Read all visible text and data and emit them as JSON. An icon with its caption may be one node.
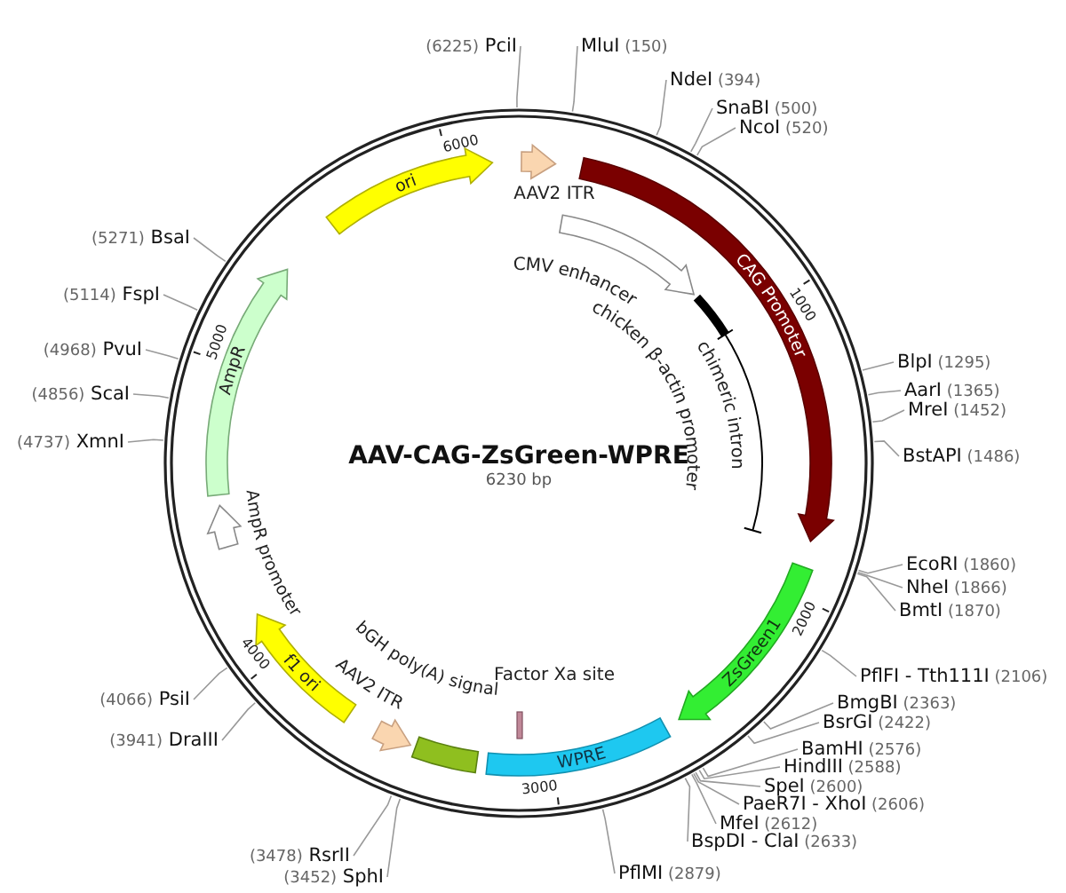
{
  "diagram": {
    "title": "AAV-CAG-ZsGreen-WPRE",
    "nodes": [
      {
        "text": [
          "AAV2 ITR"
        ]
      },
      {
        "text": [
          "CAG Promoter"
        ]
      },
      {
        "text": [
          "CMV enhancer"
        ]
      },
      {
        "text": [
          "chicken β-actin promoter"
        ]
      },
      {
        "text": [
          "chimeric intron"
        ]
      },
      {
        "text": [
          "ZsGreen1"
        ]
      },
      {
        "text": [
          "WPRE"
        ]
      },
      {
        "text": [
          "Factor Xa site"
        ]
      },
      {
        "text": [
          "bGH poly(A) signal"
        ]
      },
      {
        "text": [
          "AAV2 ITR"
        ]
      },
      {
        "text": [
          "f1 ori"
        ]
      },
      {
        "text": [
          "AmpR promoter"
        ]
      },
      {
        "text": [
          "AmpR"
        ]
      },
      {
        "text": [
          "ori"
        ]
      },
      {
        "text": [
          "(6225)",
          "PciI"
        ]
      },
      {
        "text": [
          "MluI",
          "(150)"
        ]
      },
      {
        "text": [
          "NdeI",
          "(394)"
        ]
      },
      {
        "text": [
          "SnaBI",
          "(500)"
        ]
      },
      {
        "text": [
          "NcoI",
          "(520)"
        ]
      },
      {
        "text": [
          "(5271)",
          "BsaI"
        ]
      },
      {
        "text": [
          "(5114)",
          "FspI"
        ]
      },
      {
        "text": [
          "(4968)",
          "PvuI"
        ]
      },
      {
        "text": [
          "(4856)",
          "ScaI"
        ]
      },
      {
        "text": [
          "BlpI",
          "(1295)"
        ]
      },
      {
        "text": [
          "AarI",
          "(1365)"
        ]
      },
      {
        "text": [
          "(4737)",
          "XmnI"
        ]
      },
      {
        "text": [
          "MreI",
          "(1452)"
        ]
      },
      {
        "text": [
          "BstAPI",
          "(1486)"
        ]
      },
      {
        "text": [
          "EcoRI",
          "(1860)"
        ]
      },
      {
        "text": [
          "NheI",
          "(1866)"
        ]
      },
      {
        "text": [
          "BmtI",
          "(1870)"
        ]
      },
      {
        "text": [
          "PflFI - Tth111I",
          "(2106)"
        ]
      },
      {
        "text": [
          "(4066)",
          "PsiI"
        ]
      },
      {
        "text": [
          "BmgBI",
          "(2363)"
        ]
      },
      {
        "text": [
          "BsrGI",
          "(2422)"
        ]
      },
      {
        "text": [
          "(3941)",
          "DraIII"
        ]
      },
      {
        "text": [
          "BamHI",
          "(2576)"
        ]
      },
      {
        "text": [
          "HindIII",
          "(2588)"
        ]
      },
      {
        "text": [
          "SpeI",
          "(2600)"
        ]
      },
      {
        "text": [
          "PaeR7I - XhoI",
          "(2606)"
        ]
      },
      {
        "text": [
          "MfeI",
          "(2612)"
        ]
      },
      {
        "text": [
          "BspDI - ClaI",
          "(2633)"
        ]
      },
      {
        "text": [
          "(3478)",
          "RsrII"
        ]
      },
      {
        "text": [
          "(3452)",
          "SphI"
        ]
      },
      {
        "text": [
          "PflMI",
          "(2879)"
        ]
      }
    ],
    "edges": [
      {
        "from": 14,
        "to": null,
        "arrow": "none"
      },
      {
        "from": 15,
        "to": null,
        "arrow": "none"
      },
      {
        "from": 16,
        "to": null,
        "arrow": "none"
      },
      {
        "from": 17,
        "to": null,
        "arrow": "none"
      },
      {
        "from": 18,
        "to": null,
        "arrow": "none"
      },
      {
        "from": 19,
        "to": null,
        "arrow": "none"
      },
      {
        "from": 20,
        "to": null,
        "arrow": "none"
      },
      {
        "from": 21,
        "to": null,
        "arrow": "none"
      },
      {
        "from": 22,
        "to": null,
        "arrow": "none"
      },
      {
        "from": 23,
        "to": null,
        "arrow": "none"
      },
      {
        "from": 24,
        "to": null,
        "arrow": "none"
      },
      {
        "from": 25,
        "to": null,
        "arrow": "none"
      },
      {
        "from": 26,
        "to": null,
        "arrow": "none"
      },
      {
        "from": 27,
        "to": null,
        "arrow": "none"
      },
      {
        "from": 28,
        "to": null,
        "arrow": "none"
      },
      {
        "from": 29,
        "to": null,
        "arrow": "none"
      },
      {
        "from": 30,
        "to": null,
        "arrow": "none"
      },
      {
        "from": 31,
        "to": null,
        "arrow": "none"
      },
      {
        "from": 32,
        "to": null,
        "arrow": "none"
      },
      {
        "from": 33,
        "to": null,
        "arrow": "none"
      },
      {
        "from": 34,
        "to": null,
        "arrow": "none"
      },
      {
        "from": 35,
        "to": null,
        "arrow": "none"
      },
      {
        "from": 36,
        "to": null,
        "arrow": "none"
      },
      {
        "from": 37,
        "to": null,
        "arrow": "none"
      },
      {
        "from": 38,
        "to": null,
        "arrow": "none"
      },
      {
        "from": 39,
        "to": null,
        "arrow": "none"
      },
      {
        "from": 40,
        "to": null,
        "arrow": "none"
      },
      {
        "from": 41,
        "to": null,
        "arrow": "none"
      },
      {
        "from": 42,
        "to": null,
        "arrow": "none"
      },
      {
        "from": 43,
        "to": null,
        "arrow": "none"
      },
      {
        "from": 44,
        "to": null,
        "arrow": "none"
      }
    ],
    "labels": [
      "6000",
      "1000",
      "5000",
      "6230 bp",
      "2000",
      "4000",
      "3000"
    ]
  }
}
